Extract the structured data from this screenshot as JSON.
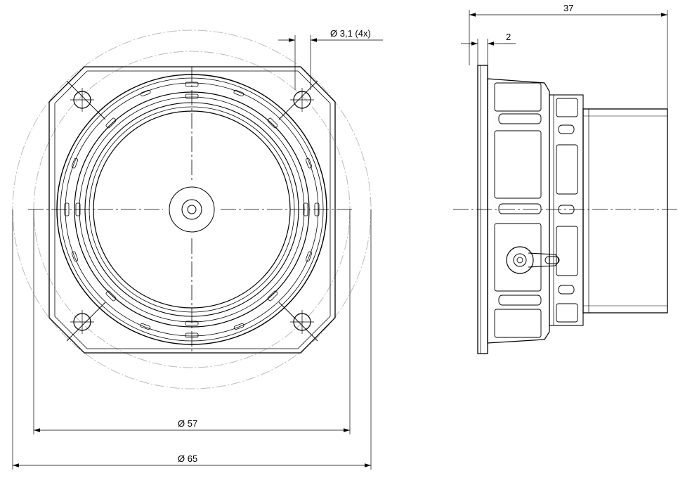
{
  "front_view": {
    "hole_callout": "Ø 3,1 (4x)",
    "baffle_diameter": "Ø 57",
    "outer_diameter": "Ø 65"
  },
  "side_view": {
    "overall_depth": "37",
    "flange_thickness": "2"
  }
}
